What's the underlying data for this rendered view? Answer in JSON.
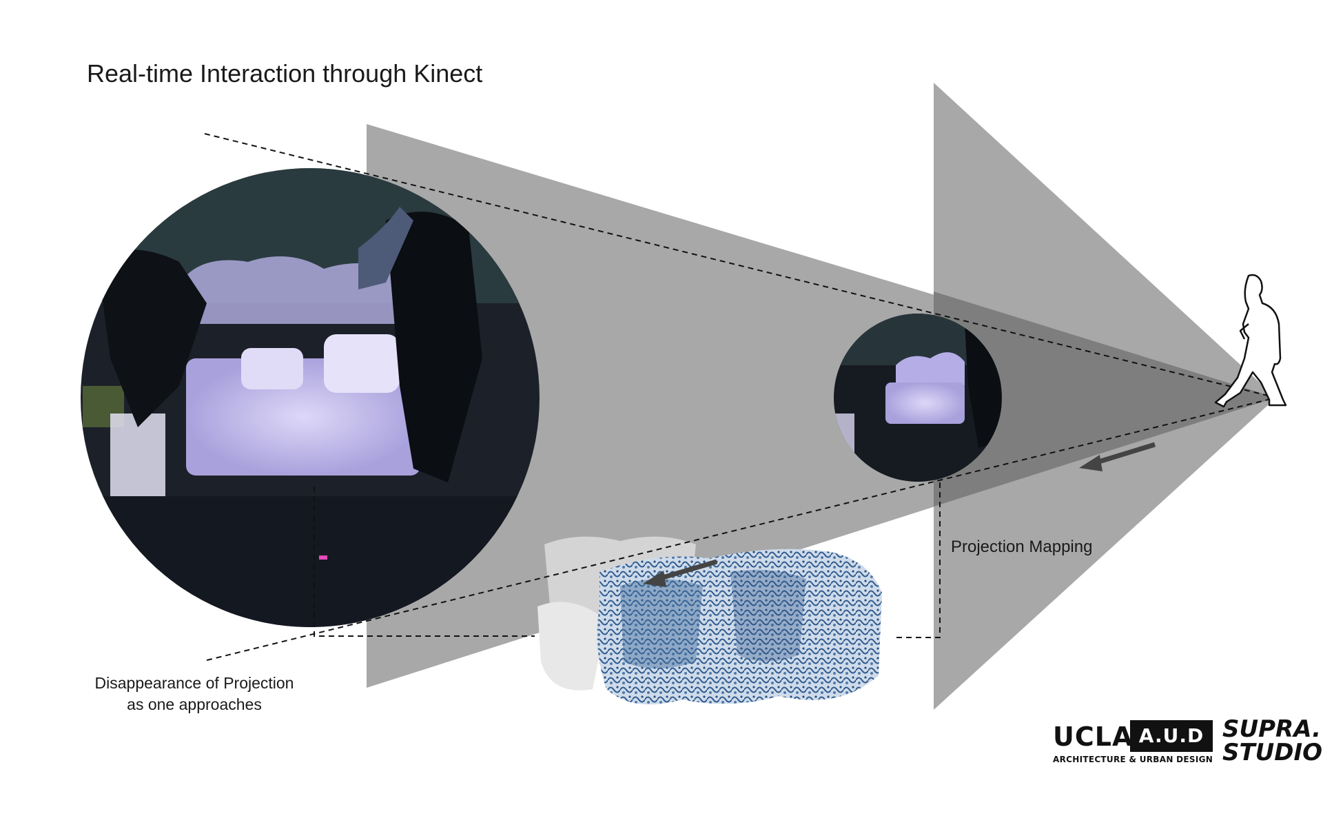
{
  "title": "Real-time Interaction through Kinect",
  "labels": {
    "disappearance_line1": "Disappearance of Projection",
    "disappearance_line2": "as one approaches",
    "projection_mapping": "Projection Mapping"
  },
  "logos": {
    "ucla": "UCLA",
    "aud": "A.U.D",
    "aud_subtitle": "ARCHITECTURE & URBAN DESIGN",
    "supra_line1": "SUPRA.",
    "supra_line2": "STUDIO"
  },
  "colors": {
    "projection_cone": "#a6a6a6",
    "cone_overlap": "#7c7c7c",
    "photo_dark": "#1b2028",
    "projection_glow": "#c9c3ec",
    "sculpture_blue": "#3f6a9c"
  },
  "icons": [
    "walking-person-icon",
    "arrow-left-icon"
  ]
}
